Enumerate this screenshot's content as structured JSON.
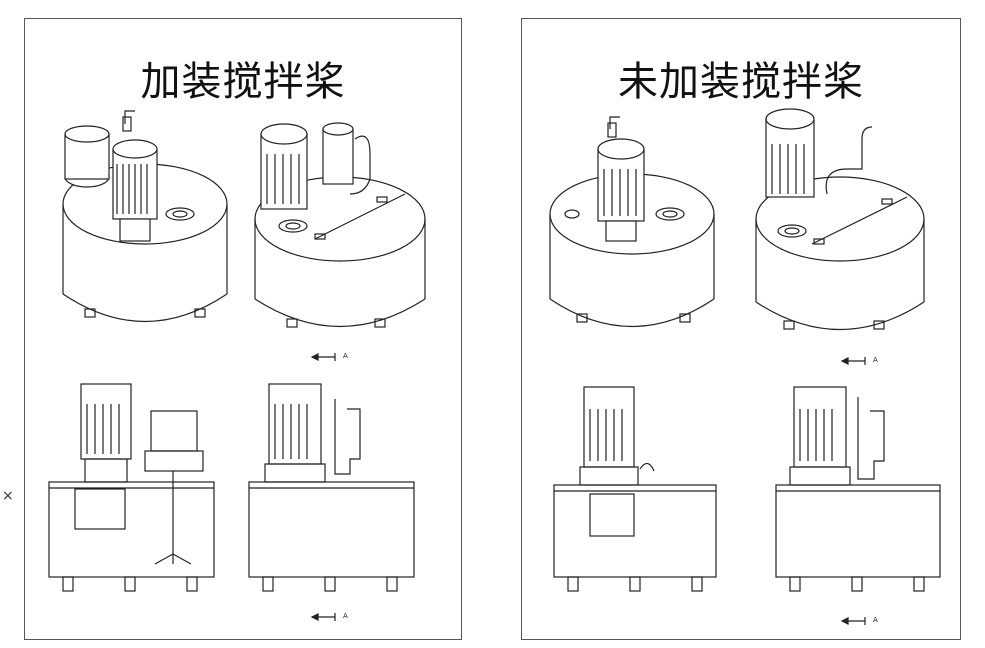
{
  "panels": {
    "left": {
      "title": "加装搅拌桨"
    },
    "right": {
      "title": "未加装搅拌桨"
    }
  },
  "section_marker": "A",
  "stray_mark": "×",
  "colors": {
    "line": "#222222",
    "frame": "#555555",
    "background": "#ffffff"
  }
}
